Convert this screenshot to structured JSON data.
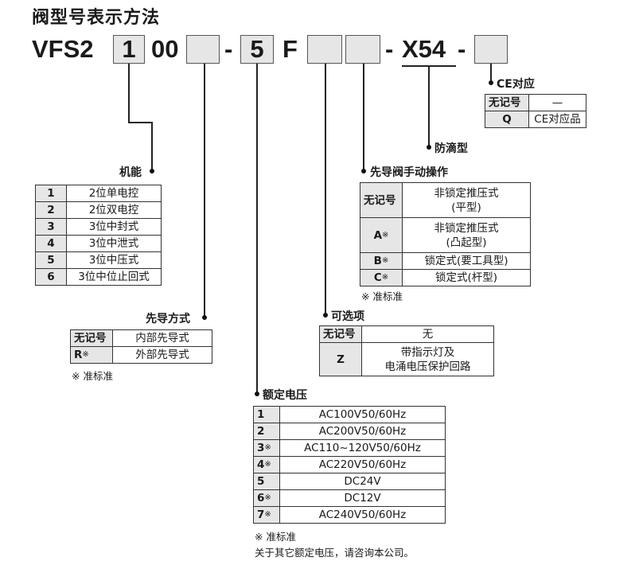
{
  "title": "阀型号表示方法",
  "code": {
    "prefix": "VFS2",
    "box1": "1",
    "mid": "00",
    "dash1": "-",
    "box_voltage": "5",
    "f": "F",
    "dash2": "-",
    "x54": "X54",
    "dash3": "-"
  },
  "function": {
    "label": "机能",
    "rows": [
      {
        "key": "1",
        "value": "2位单电控"
      },
      {
        "key": "2",
        "value": "2位双电控"
      },
      {
        "key": "3",
        "value": "3位中封式"
      },
      {
        "key": "4",
        "value": "3位中泄式"
      },
      {
        "key": "5",
        "value": "3位中压式"
      },
      {
        "key": "6",
        "value": "3位中位止回式"
      }
    ]
  },
  "pilot": {
    "label": "先导方式",
    "rows": [
      {
        "key": "无记号",
        "mark": "",
        "value": "内部先导式"
      },
      {
        "key": "R",
        "mark": "※",
        "value": "外部先导式"
      }
    ],
    "note": "※ 准标准"
  },
  "voltage": {
    "label": "额定电压",
    "rows": [
      {
        "key": "1",
        "mark": "",
        "value": "AC100V50/60Hz"
      },
      {
        "key": "2",
        "mark": "",
        "value": "AC200V50/60Hz"
      },
      {
        "key": "3",
        "mark": "※",
        "value": "AC110~120V50/60Hz"
      },
      {
        "key": "4",
        "mark": "※",
        "value": "AC220V50/60Hz"
      },
      {
        "key": "5",
        "mark": "",
        "value": "DC24V"
      },
      {
        "key": "6",
        "mark": "※",
        "value": "DC12V"
      },
      {
        "key": "7",
        "mark": "※",
        "value": "AC240V50/60Hz"
      }
    ],
    "note1": "※ 准标准",
    "note2": "关于其它额定电压，请咨询本公司。"
  },
  "option": {
    "label": "可选项",
    "rows": [
      {
        "key": "无记号",
        "value1": "无",
        "value2": ""
      },
      {
        "key": "Z",
        "value1": "带指示灯及",
        "value2": "电涌电压保护回路"
      }
    ]
  },
  "manual": {
    "label": "先导阀手动操作",
    "rows": [
      {
        "key": "无记号",
        "mark": "",
        "value1": "非锁定推压式",
        "value2": "(平型)"
      },
      {
        "key": "A",
        "mark": "※",
        "value1": "非锁定推压式",
        "value2": "(凸起型)"
      },
      {
        "key": "B",
        "mark": "※",
        "value1": "锁定式(要工具型)",
        "value2": ""
      },
      {
        "key": "C",
        "mark": "※",
        "value1": "锁定式(杆型)",
        "value2": ""
      }
    ],
    "note": "※ 准标准"
  },
  "drip": {
    "label": "防滴型"
  },
  "ce": {
    "label": "CE对应",
    "rows": [
      {
        "key": "无记号",
        "value": "—"
      },
      {
        "key": "Q",
        "value": "CE对应品"
      }
    ]
  }
}
